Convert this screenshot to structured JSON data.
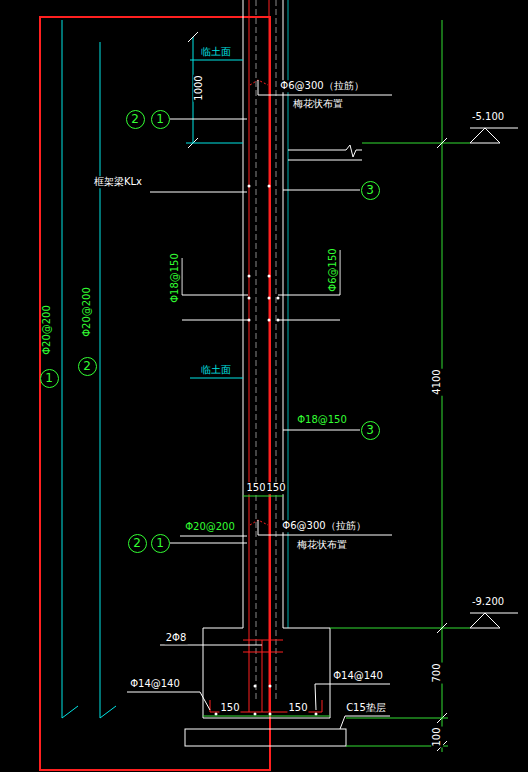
{
  "diagram": {
    "nodes": [
      {
        "text": [
          "2"
        ]
      },
      {
        "text": [
          "1"
        ]
      },
      {
        "text": [
          "3"
        ]
      },
      {
        "text": [
          "1"
        ]
      },
      {
        "text": [
          "2"
        ]
      },
      {
        "text": [
          "3"
        ]
      },
      {
        "text": [
          "2"
        ]
      },
      {
        "text": [
          "1"
        ]
      }
    ],
    "labels": [
      "临土面",
      "1000",
      "Φ6@300（拉筋）",
      "梅花状布置",
      "-5.100",
      "框架梁KLx",
      "Φ18@150",
      "Φ6@150",
      "Φ20@200",
      "Φ20@200",
      "临土面",
      "4100",
      "Φ18@150",
      "150",
      "150",
      "Φ20@200",
      "Φ6@300（拉筋）",
      "梅花状布置",
      "-9.200",
      "2Φ8",
      "Φ14@140",
      "Φ14@140",
      "C15垫层",
      "150",
      "150",
      "700",
      "100"
    ]
  }
}
